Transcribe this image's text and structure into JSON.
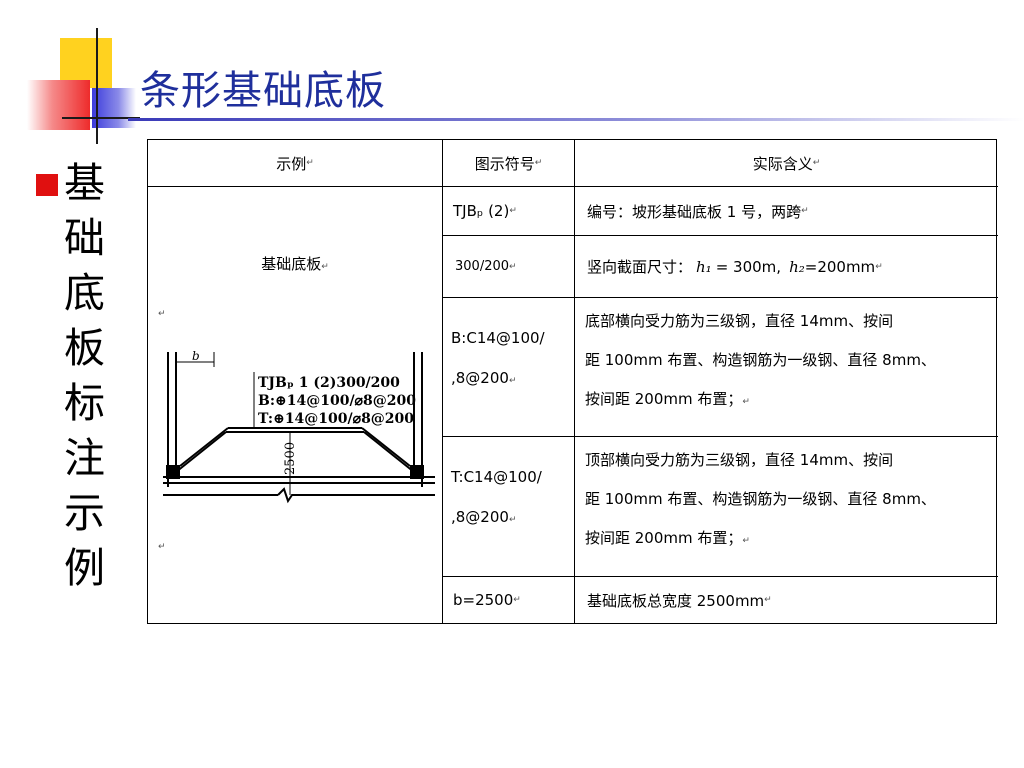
{
  "slide": {
    "title": "条形基础底板",
    "side_heading_chars": [
      "基",
      "础",
      "底",
      "板",
      "标",
      "注",
      "示",
      "例"
    ]
  },
  "table": {
    "headers": [
      "示例",
      "图示符号",
      "实际含义"
    ],
    "example_label": "基础底板",
    "rows": [
      {
        "symbol": "TJBₚ (2)",
        "meaning": "编号：坡形基础底板 1 号，两跨"
      },
      {
        "symbol": "300/200",
        "meaning_prefix": "竖向截面尺寸：",
        "h1": "h₁",
        "h1_value": "= 300m,",
        "h2": "h₂",
        "h2_value": "=200mm"
      },
      {
        "symbol_line1": "B:C14@100/",
        "symbol_line2": ",8@200",
        "meaning_line1": "底部横向受力筋为三级钢，直径 14mm、按间",
        "meaning_line2": "距 100mm 布置、构造钢筋为一级钢、直径 8mm、",
        "meaning_line3": "按间距 200mm 布置；"
      },
      {
        "symbol_line1": "T:C14@100/",
        "symbol_line2": ",8@200",
        "meaning_line1": "顶部横向受力筋为三级钢，直径 14mm、按间",
        "meaning_line2": "距 100mm 布置、构造钢筋为一级钢、直径 8mm、",
        "meaning_line3": "按间距 200mm 布置；"
      },
      {
        "symbol": "b=2500",
        "meaning": "基础底板总宽度 2500mm"
      }
    ],
    "drawing": {
      "dim_label": "b",
      "label_line1": "TJBₚ 1 (2)300/200",
      "label_line2": "B:⊕14@100/⌀8@200",
      "label_line3": "T:⊕14@100/⌀8@200",
      "height_label": "2500"
    },
    "return_mark": "↵"
  }
}
